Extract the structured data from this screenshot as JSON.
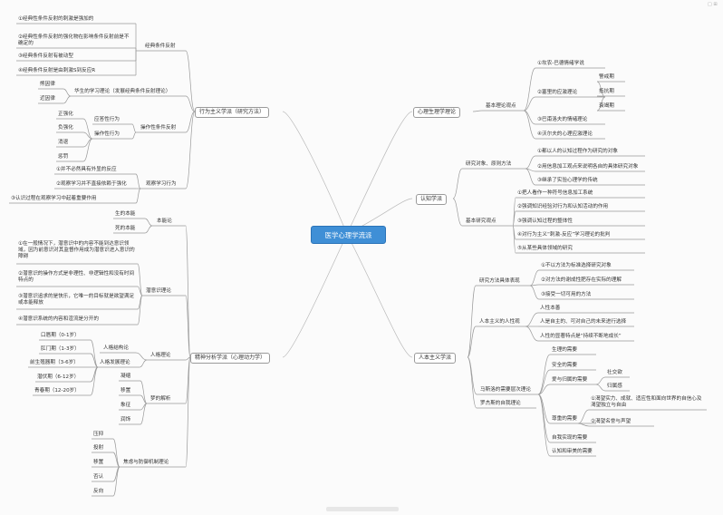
{
  "center": "医学心理学流派",
  "corner": "□ ⊞",
  "behaviorism": {
    "title": "行为主义学派（研究方法）",
    "classical": {
      "label": "经典条件反射",
      "items": [
        "①经典性条件反射的刺激是强加的",
        "②经典性条件反射的强化物在影响条件反射前是不确定的",
        "③经典条件反射有被动型",
        "④经典条件反射是由刺激S到反应R"
      ]
    },
    "hull": {
      "label": "华生的学习理论（发展经典条件反射理论）",
      "items": [
        "熊因律",
        "近因律"
      ]
    },
    "operant": {
      "label": "操作性条件反射",
      "sub": [
        "应答性行为",
        "操作性行为"
      ],
      "items": [
        "正强化",
        "负强化",
        "消退",
        "惩罚"
      ]
    },
    "observe": {
      "label": "观察学习行为",
      "items": [
        "①并不必然具有外显的反应",
        "②观察学习并不直接依赖于强化",
        "③认识过程在观察学习中起着重要作用"
      ]
    }
  },
  "psychoanalysis": {
    "title": "精神分析学派（心理动力学）",
    "instinct": {
      "label": "本能论",
      "items": [
        "生的本能",
        "死的本能"
      ]
    },
    "conscious": {
      "label": "潜意识理论",
      "items": [
        "①在一般情况下，潜意识中的内容不能到达意识领域，因为前意识对其监督作用成为潜意识进入意识的障碍",
        "②潜意识的操作方式是非理性、非逻辑性和没有时间特点的",
        "③潜意识追求的是快乐，它唯一的目标就是欲望满足或本能释放",
        "④潜意识系统的内容和渲流是分开的"
      ]
    },
    "personality": {
      "label": "人格理论",
      "structure": "人格结构论",
      "dev": "人格发展理论",
      "stages": [
        "口唇期（0-1岁）",
        "肛门期（1-3岁）",
        "前生殖器期（3-6岁）",
        "潜伏期（6-12岁）",
        "青春期（12-20岁）"
      ]
    },
    "dream": {
      "label": "梦的解析",
      "items": [
        "凝缩",
        "移置",
        "象征",
        "润饰"
      ]
    },
    "defense": {
      "label": "焦虑与防御机制理论",
      "items": [
        "压抑",
        "投射",
        "移置",
        "否认",
        "反向"
      ]
    }
  },
  "physiology": {
    "title": "心理生理学理论",
    "basic": "基本理论观点",
    "items": [
      "①坎农-巴德情绪学说",
      "②塞里的应激理论",
      "③巴甫洛夫的情绪理论",
      "④沃尔夫的心理应激理论"
    ],
    "stress": [
      "警戒期",
      "抵抗期",
      "衰竭期"
    ]
  },
  "cognitive": {
    "title": "认知学派",
    "objects": {
      "label": "研究对象、原则方法",
      "items": [
        "①都以人的认知过程作为研究的对象",
        "②用信息加工观点来说明各自的具体研究对象",
        "③继承了实验心理学的传统"
      ]
    },
    "views": {
      "label": "基本研究观点",
      "items": [
        "①把人看作一种符号信息加工系统",
        "②强调知识经验对行为和认知活动的作用",
        "③强调认知过程的整体性",
        "④对行为主义“刺激-反应”学习理论的批判",
        "⑤从某些具体领域的研究"
      ]
    }
  },
  "humanism": {
    "title": "人本主义学派",
    "method": {
      "label": "研究方法具体表现",
      "items": [
        "①不以方法为标准选择研究对象",
        "②对方法的谢成性肥存在实际的理解",
        "③接受一切可用的方法"
      ]
    },
    "nature": {
      "label": "人本主义的人性观",
      "items": [
        "人性本善",
        "人是自主的、可对自己的未来进行选择",
        "人性的显著特点是“持续不断地成长”"
      ]
    },
    "maslow": {
      "label": "马斯洛的需要层次理论",
      "items": [
        "生理的需要",
        "安全的需要",
        "爱与归属的需要",
        "尊重的需要",
        "自我实现的需要",
        "认知和审美的需要"
      ],
      "love": [
        "社交欲",
        "归属感"
      ],
      "esteem": [
        "①渴望实力、成就、适应性和面向世界的自信心及渴望独立与自由",
        "②渴望名誉与声望"
      ]
    },
    "rogers": {
      "label": "罗杰斯的自我理论"
    }
  }
}
